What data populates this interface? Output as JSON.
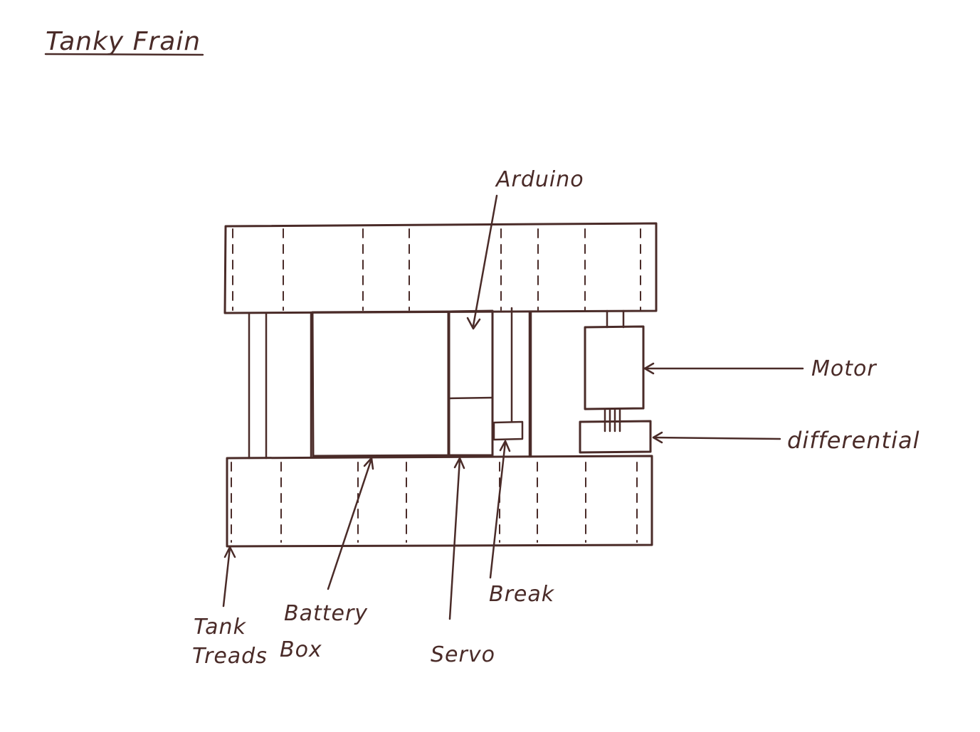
{
  "title": "Tanky Frain",
  "labels": {
    "arduino": "Arduino",
    "motor": "Motor",
    "differential": "differential",
    "tank_treads_line1": "Tank",
    "tank_treads_line2": "Treads",
    "battery_box_line1": "Battery",
    "battery_box_line2": "Box",
    "servo": "Servo",
    "brake": "Break"
  },
  "colors": {
    "ink": "#4a2b28",
    "paper": "#ffffff"
  }
}
